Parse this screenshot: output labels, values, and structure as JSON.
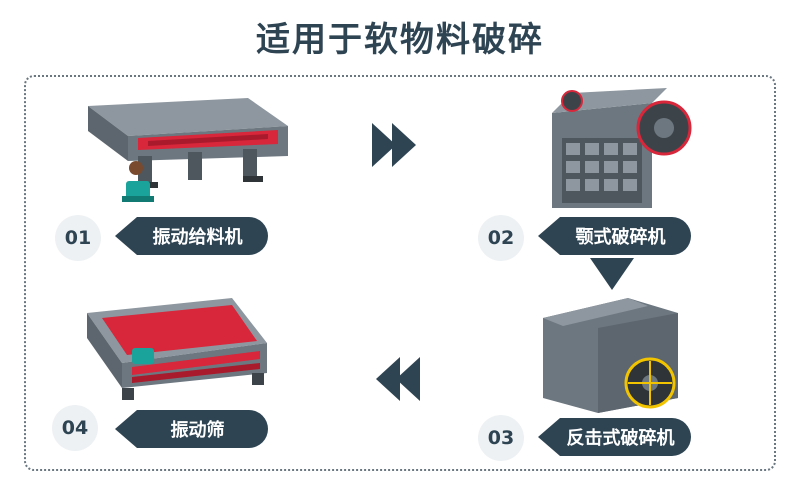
{
  "title": "适用于软物料破碎",
  "steps": [
    {
      "number": "01",
      "label": "振动给料机"
    },
    {
      "number": "02",
      "label": "颚式破碎机"
    },
    {
      "number": "03",
      "label": "反击式破碎机"
    },
    {
      "number": "04",
      "label": "振动筛"
    }
  ],
  "colors": {
    "accent": "#2e4453",
    "machine_gray": "#6d7780",
    "machine_red": "#d8263a",
    "number_bg": "#eef1f3"
  }
}
